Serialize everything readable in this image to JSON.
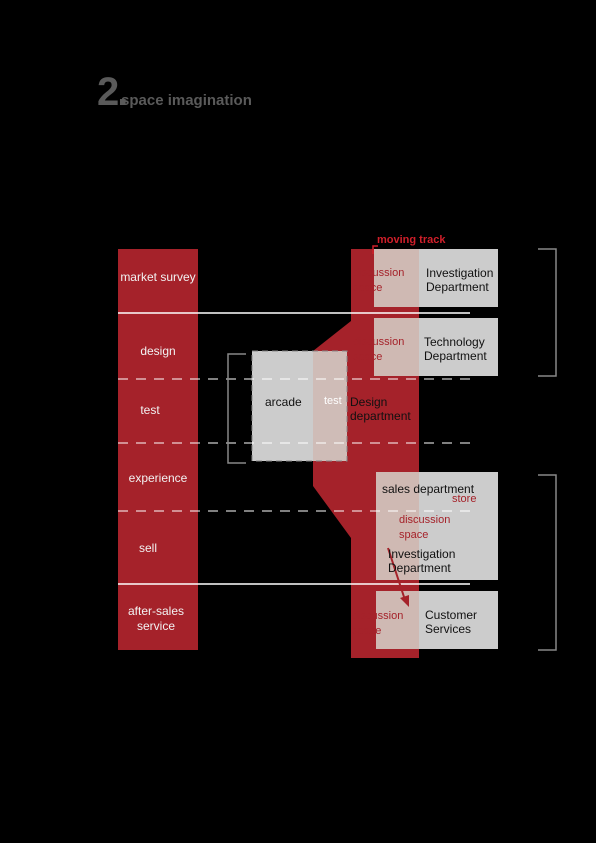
{
  "title": {
    "number": "2.",
    "text": "space imagination"
  },
  "stages": [
    "market survey",
    "design",
    "test",
    "experience",
    "sell",
    "after-sales service"
  ],
  "center": {
    "arcade": "arcade",
    "test": "test",
    "design_department": "Design department",
    "moving_track": "moving track"
  },
  "departments": {
    "investigation_1": "Investigation Department",
    "technology": "Technology Department",
    "sales": "sales department",
    "investigation_2": "Investigation Department",
    "customer_services": "Customer Services"
  },
  "annotations": {
    "discussion_space": "discussion space",
    "store": "store"
  },
  "colors": {
    "background": "#000000",
    "accent_red": "#a5222a",
    "grey_box": "#cccccc",
    "title_grey": "#5a5a5a",
    "line": "#ffffff",
    "bracket": "#888888"
  }
}
